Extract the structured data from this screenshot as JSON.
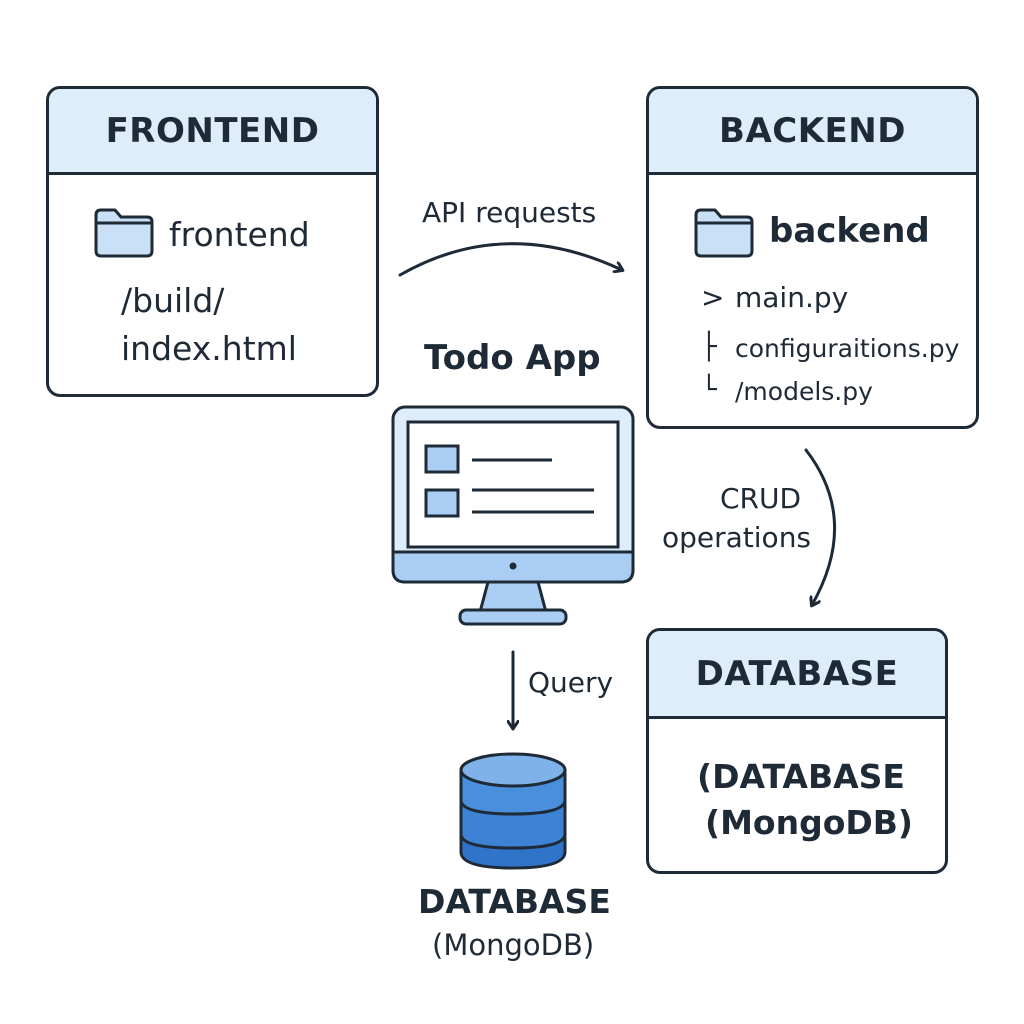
{
  "frontend": {
    "title": "FRONTEND",
    "folder_label": "frontend",
    "path_line1": "/build/",
    "path_line2": "index.html",
    "folder_icon": "folder-icon"
  },
  "backend": {
    "title": "BACKEND",
    "folder_label": "backend",
    "files": [
      {
        "prefix": ">",
        "name": "main.py"
      },
      {
        "prefix": "├",
        "name": "configuraitions.py"
      },
      {
        "prefix": "└",
        "name": "/models.py"
      }
    ],
    "folder_icon": "folder-icon"
  },
  "center": {
    "app_title": "Todo App",
    "monitor_icon": "monitor-icon"
  },
  "arrows": {
    "api_label": "API requests",
    "crud_line1": "CRUD",
    "crud_line2": "operations",
    "query_label": "Query"
  },
  "database_box": {
    "title": "DATABASE",
    "line1": "(DATABASE",
    "line2": "(MongoDB)"
  },
  "database_icon_block": {
    "line1": "DATABASE",
    "line2": "(MongoDB)",
    "icon": "database-icon"
  },
  "colors": {
    "header_fill": "#deedfb",
    "outline": "#1f2a37",
    "folder_fill": "#c9e0f7",
    "db_dark": "#2f74c9",
    "db_light": "#7fb2e8"
  }
}
